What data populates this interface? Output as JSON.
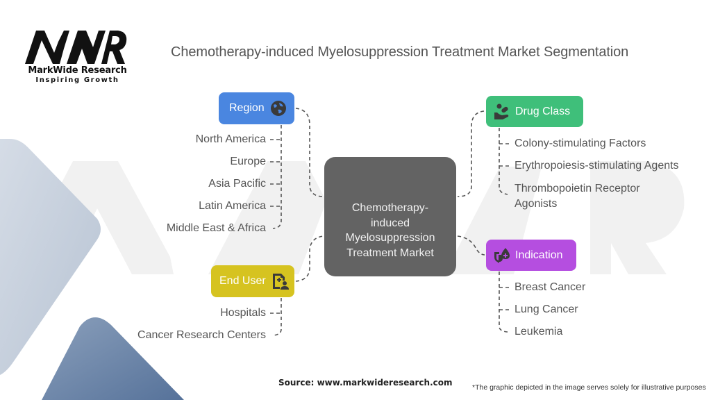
{
  "logo": {
    "mark": "MWR",
    "name": "MarkWide Research",
    "tagline": "Inspiring Growth"
  },
  "title": "Chemotherapy-induced Myelosuppression Treatment Market Segmentation",
  "center": {
    "label": "Chemotherapy-induced Myelosuppression Treatment Market"
  },
  "segments": [
    {
      "label": "Region",
      "icon": "globe-icon",
      "color": "#4a86e0",
      "items": [
        "North America",
        "Europe",
        "Asia Pacific",
        "Latin America",
        "Middle East & Africa"
      ]
    },
    {
      "label": "Drug Class",
      "icon": "hand-pills-icon",
      "color": "#3fbf7a",
      "items": [
        "Colony-stimulating Factors",
        "Erythropoiesis-stimulating Agents",
        "Thrombopoietin Receptor Agonists"
      ]
    },
    {
      "label": "End User",
      "icon": "medical-document-user-icon",
      "color": "#d6c320",
      "items": [
        "Hospitals",
        "Cancer Research Centers"
      ]
    },
    {
      "label": "Indication",
      "icon": "blood-drop-icon",
      "color": "#b54ee0",
      "items": [
        "Breast Cancer",
        "Lung Cancer",
        "Leukemia"
      ]
    }
  ],
  "footer": {
    "source": "Source: www.markwideresearch.com",
    "disclaimer": "*The graphic depicted in the image serves solely for illustrative purposes"
  }
}
